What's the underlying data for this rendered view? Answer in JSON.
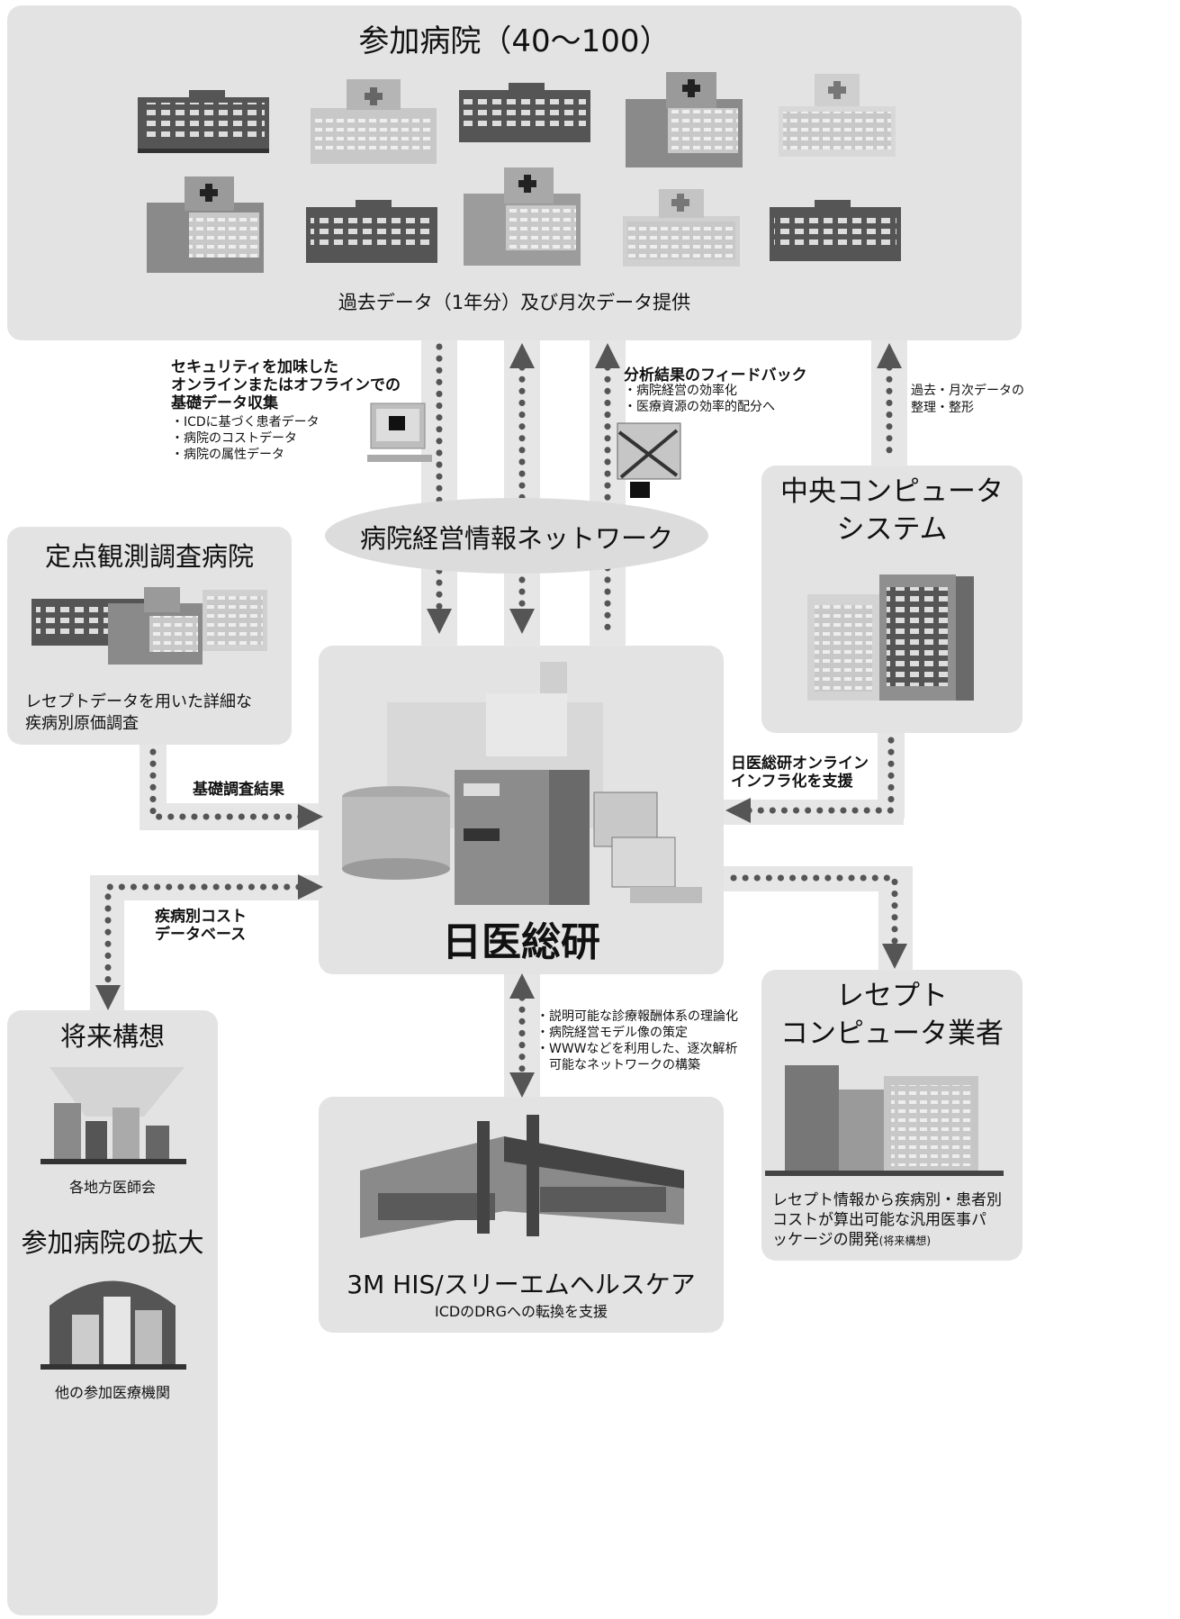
{
  "top_panel": {
    "title": "参加病院（40〜100）",
    "caption": "過去データ（1年分）及び月次データ提供"
  },
  "collection": {
    "heading_lines": [
      "セキュリティを加味した",
      "オンラインまたはオフラインでの",
      "基礎データ収集"
    ],
    "items": [
      "・ICDに基づく患者データ",
      "・病院のコストデータ",
      "・病院の属性データ"
    ]
  },
  "feedback": {
    "heading": "分析結果のフィードバック",
    "items": [
      "・病院経営の効率化",
      "・医療資源の効率的配分へ"
    ]
  },
  "organize_label_lines": [
    "過去・月次データの",
    "整理・整形"
  ],
  "network_label": "病院経営情報ネットワーク",
  "central": {
    "title_lines": [
      "中央コンピュータ",
      "システム"
    ]
  },
  "fixed_point": {
    "title": "定点観測調査病院",
    "desc_lines": [
      "レセプトデータを用いた詳細な",
      "疾病別原価調査"
    ]
  },
  "basic_results_label": "基礎調査結果",
  "online_support_lines": [
    "日医総研オンライン",
    "インフラ化を支援"
  ],
  "cost_db_lines": [
    "疾病別コスト",
    "データベース"
  ],
  "center": {
    "title": "日医総研"
  },
  "theory_items": [
    "・説明可能な診療報酬体系の理論化",
    "・病院経営モデル像の策定",
    "・WWWなどを利用した、逐次解析",
    "　可能なネットワークの構築"
  ],
  "future": {
    "title": "将来構想",
    "sub1": "各地方医師会",
    "title2": "参加病院の拡大",
    "sub2": "他の参加医療機関"
  },
  "receipt": {
    "title_lines": [
      "レセプト",
      "コンピュータ業者"
    ],
    "desc_lines": [
      "レセプト情報から疾病別・患者別",
      "コストが算出可能な汎用医事パ"
    ],
    "desc_last": "ッケージの開発",
    "desc_note": "(将来構想)"
  },
  "threem": {
    "title": "3M HIS/スリーエムヘルスケア",
    "sub": "ICDのDRGへの転換を支援"
  }
}
